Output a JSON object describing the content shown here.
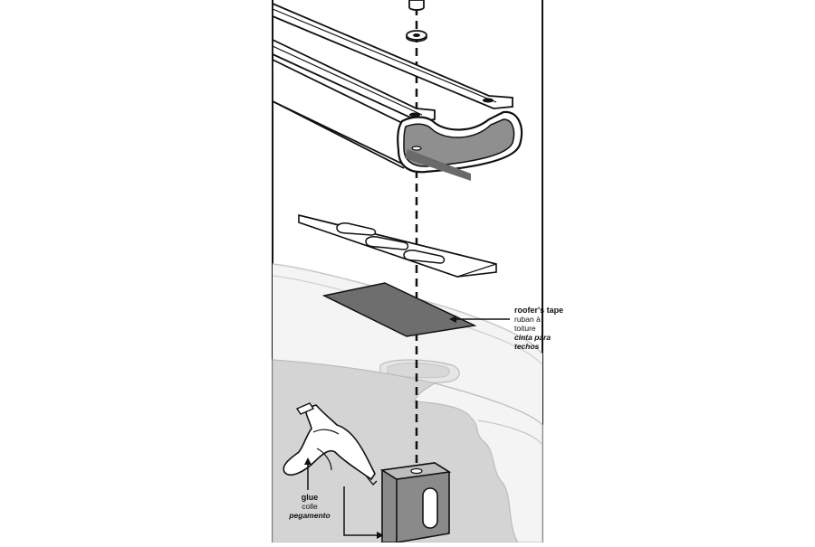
{
  "callouts": {
    "roofers_tape": {
      "en": "roofer's tape",
      "fr": "ruban à toiture",
      "es": "cinta para techos"
    },
    "glue": {
      "en": "glue",
      "fr": "colle",
      "es": "pegamento"
    }
  },
  "colors": {
    "line": "#111111",
    "roof_fill": "#d4d4d4",
    "tape_fill": "#6e6e6e",
    "block_fill": "#8a8a8a",
    "rail_inner": "#8f8f8f"
  }
}
